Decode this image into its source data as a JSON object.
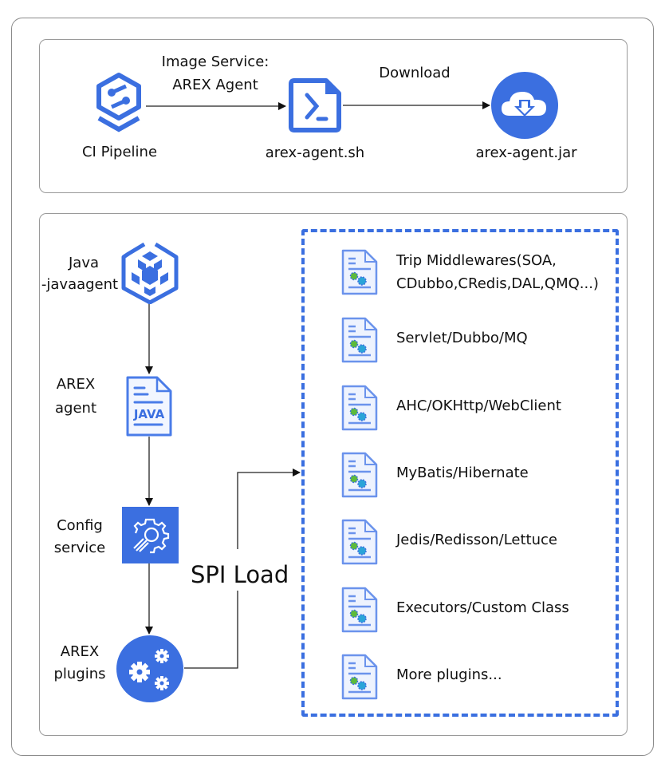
{
  "colors": {
    "accent": "#3b6fe0",
    "dashed_border": "#3a6fe0",
    "panel_border": "#9a9a9a",
    "text": "#111111",
    "doc_icon_fill": "#eaf0fd",
    "gear_green": "#5dbb3a",
    "gear_teal": "#2aa4d8"
  },
  "top_panel": {
    "ci_pipeline": {
      "label": "CI Pipeline",
      "icon": "ci-pipeline-hexagon-icon"
    },
    "edge_image_service": {
      "line1": "Image Service:",
      "line2": "AREX Agent"
    },
    "arex_agent_sh": {
      "label": "arex-agent.sh",
      "icon": "terminal-script-icon"
    },
    "edge_download": {
      "label": "Download"
    },
    "arex_agent_jar": {
      "label": "arex-agent.jar",
      "icon": "cloud-download-icon"
    }
  },
  "bottom_panel": {
    "java_agent": {
      "line1": "Java",
      "line2": "-javaagent",
      "icon": "cube-cluster-icon"
    },
    "arex_agent": {
      "line1": "AREX",
      "line2": "agent",
      "icon": "java-file-icon",
      "icon_text": "JAVA"
    },
    "config_service": {
      "line1": "Config",
      "line2": "service",
      "icon": "config-gear-icon"
    },
    "arex_plugins": {
      "line1": "AREX",
      "line2": "plugins",
      "icon": "plugins-gears-icon"
    },
    "spi_edge": {
      "label": "SPI Load"
    },
    "plugins": [
      {
        "line1": "Trip Middlewares(SOA,",
        "line2": "CDubbo,CRedis,DAL,QMQ...)"
      },
      {
        "line1": "Servlet/Dubbo/MQ"
      },
      {
        "line1": "AHC/OKHttp/WebClient"
      },
      {
        "line1": "MyBatis/Hibernate"
      },
      {
        "line1": "Jedis/Redisson/Lettuce"
      },
      {
        "line1": "Executors/Custom Class"
      },
      {
        "line1": "More plugins..."
      }
    ]
  }
}
